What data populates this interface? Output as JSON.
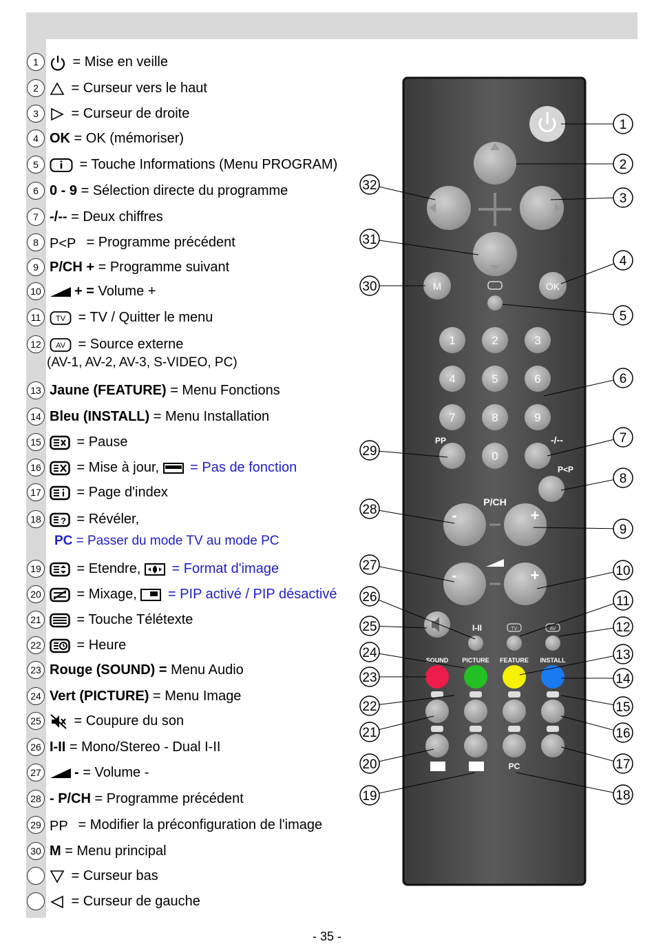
{
  "legend": [
    {
      "num": "1",
      "icon": "power-icon",
      "bold": "",
      "text": " = Mise en veille",
      "blue": ""
    },
    {
      "num": "2",
      "icon": "triangle-up-icon",
      "bold": "",
      "text": " = Curseur vers le haut",
      "blue": ""
    },
    {
      "num": "3",
      "icon": "triangle-right-icon",
      "bold": "",
      "text": " = Curseur de droite",
      "blue": ""
    },
    {
      "num": "4",
      "icon": "",
      "bold": "OK",
      "text": " = OK (mémoriser)",
      "blue": ""
    },
    {
      "num": "5",
      "icon": "info-icon",
      "bold": "",
      "text": " = Touche Informations (Menu PROGRAM)",
      "blue": ""
    },
    {
      "num": "6",
      "icon": "",
      "bold": "0 - 9",
      "text": " = Sélection directe du programme",
      "blue": ""
    },
    {
      "num": "7",
      "icon": "",
      "bold": "-/--",
      "text": " = Deux chiffres",
      "blue": ""
    },
    {
      "num": "8",
      "icon": "pp-swap-icon",
      "bold": "",
      "text": " = Programme précédent",
      "blue": ""
    },
    {
      "num": "9",
      "icon": "",
      "bold": "P/CH +",
      "text": " = Programme suivant",
      "blue": ""
    },
    {
      "num": "10",
      "icon": "volume-wedge-icon",
      "bold": "+ =",
      "text": "  Volume +",
      "blue": ""
    },
    {
      "num": "11",
      "icon": "tv-icon",
      "bold": "",
      "text": " = TV / Quitter le menu",
      "blue": ""
    },
    {
      "num": "12",
      "icon": "av-icon",
      "bold": "",
      "text": " = Source externe",
      "blue": ""
    },
    {
      "num": "13",
      "icon": "",
      "bold": "Jaune (FEATURE)",
      "text": " = Menu Fonctions",
      "blue": ""
    },
    {
      "num": "14",
      "icon": "",
      "bold": "Bleu (INSTALL)",
      "text": " = Menu Installation",
      "blue": ""
    },
    {
      "num": "15",
      "icon": "teletext-hold-icon",
      "bold": "",
      "text": " = Pause",
      "blue": ""
    },
    {
      "num": "16",
      "icon": "teletext-update-icon",
      "bold": "",
      "text": " = Mise à jour, ",
      "blue": " = Pas de fonction"
    },
    {
      "num": "17",
      "icon": "teletext-index-icon",
      "bold": "",
      "text": " = Page d'index",
      "blue": ""
    },
    {
      "num": "18",
      "icon": "teletext-reveal-icon",
      "bold": "",
      "text": " = Révéler,",
      "blue": ""
    },
    {
      "num": "19",
      "icon": "teletext-expand-icon",
      "bold": "",
      "text": " = Etendre, ",
      "blue": " = Format d'image"
    },
    {
      "num": "20",
      "icon": "teletext-mix-icon",
      "bold": "",
      "text": " = Mixage, ",
      "blue": " = PIP activé / PIP désactivé"
    },
    {
      "num": "21",
      "icon": "teletext-icon",
      "bold": "",
      "text": " = Touche Télétexte",
      "blue": ""
    },
    {
      "num": "22",
      "icon": "teletext-time-icon",
      "bold": "",
      "text": " = Heure",
      "blue": ""
    },
    {
      "num": "23",
      "icon": "",
      "bold": "Rouge (SOUND) =",
      "text": " Menu Audio",
      "blue": ""
    },
    {
      "num": "24",
      "icon": "",
      "bold": "Vert (PICTURE)",
      "text": " = Menu Image",
      "blue": ""
    },
    {
      "num": "25",
      "icon": "mute-icon",
      "bold": "",
      "text": " = Coupure du son",
      "blue": ""
    },
    {
      "num": "26",
      "icon": "",
      "bold": "I-II",
      "text": " = Mono/Stereo - Dual I-II",
      "blue": ""
    },
    {
      "num": "27",
      "icon": "volume-wedge-icon",
      "bold": "- ",
      "text": " =  Volume -",
      "blue": ""
    },
    {
      "num": "28",
      "icon": "",
      "bold": "- P/CH",
      "text": " = Programme précédent",
      "blue": ""
    },
    {
      "num": "29",
      "icon": "pp-icon",
      "bold": "",
      "text": " = Modifier la préconfiguration de l'image",
      "blue": ""
    },
    {
      "num": "30",
      "icon": "",
      "bold": "M",
      "text": " = Menu principal",
      "blue": ""
    },
    {
      "num": "",
      "icon": "triangle-down-icon",
      "bold": "",
      "text": " = Curseur bas",
      "blue": ""
    },
    {
      "num": "",
      "icon": "triangle-left-icon",
      "bold": "",
      "text": " = Curseur de gauche",
      "blue": ""
    }
  ],
  "legend_extra": {
    "av_sources": "(AV-1, AV-2, AV-3, S-VIDEO, PC)",
    "pc_bold": "PC",
    "pc_text": " = Passer du mode TV au mode PC",
    "pp_label": "PP",
    "ppswap_label": "P<P"
  },
  "remote": {
    "digits": [
      "1",
      "2",
      "3",
      "4",
      "5",
      "6",
      "7",
      "8",
      "9",
      "0"
    ],
    "m_label": "M",
    "ok_label": "OK",
    "pp_label": "PP",
    "dash_label": "-/--",
    "ppswap_label": "P<P",
    "pch_label": "P/CH",
    "minus": "-",
    "plus": "+",
    "i_ii_label": "I-II",
    "tv_label": "TV",
    "av_label": "AV",
    "sound_label": "SOUND",
    "picture_label": "PICTURE",
    "feature_label": "FEATURE",
    "install_label": "INSTALL",
    "pc_label": "PC",
    "colors": {
      "red": "#ee1c4a",
      "green": "#22c022",
      "yellow": "#f7f000",
      "blue": "#1a7af0",
      "body": "#4a4a4a",
      "button": "#b0b0b0"
    }
  },
  "callouts": [
    "1",
    "2",
    "3",
    "4",
    "5",
    "6",
    "7",
    "8",
    "9",
    "10",
    "11",
    "12",
    "13",
    "14",
    "15",
    "16",
    "17",
    "18",
    "19",
    "20",
    "21",
    "22",
    "23",
    "24",
    "25",
    "26",
    "27",
    "28",
    "29",
    "30",
    "31",
    "32"
  ],
  "footer": "- 35 -"
}
